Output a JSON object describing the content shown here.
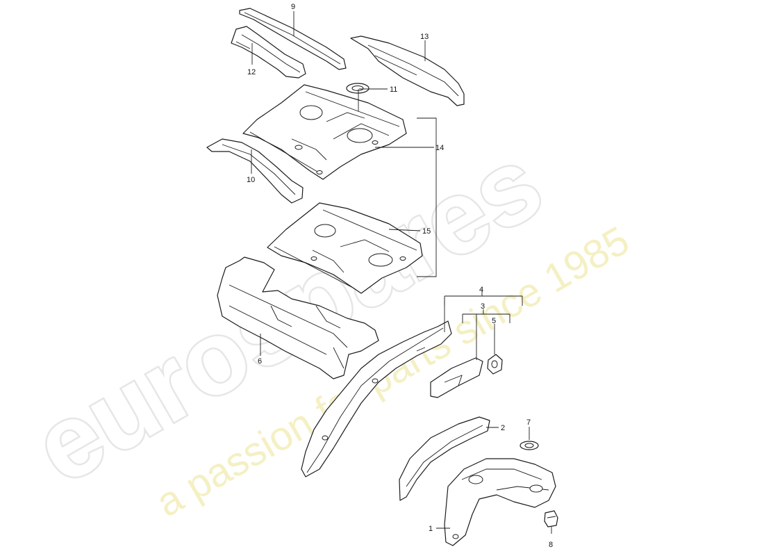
{
  "watermark": {
    "brand": "eurospares",
    "tagline": "a passion for parts since 1985",
    "tagline_color": "#f1ecb0"
  },
  "callouts": {
    "c1": "1",
    "c2": "2",
    "c3": "3",
    "c4": "4",
    "c5": "5",
    "c6": "6",
    "c7": "7",
    "c8": "8",
    "c9": "9",
    "c10": "10",
    "c11": "11",
    "c12": "12",
    "c13": "13",
    "c14": "14",
    "c15": "15"
  }
}
